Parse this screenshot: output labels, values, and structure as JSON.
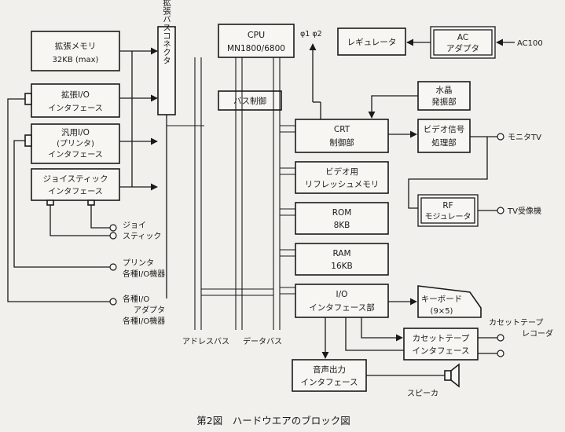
{
  "blocks": {
    "ext_memory": [
      "拡張メモリ",
      "32KB (max)"
    ],
    "ext_io": [
      "拡張I/O",
      "インタフェース"
    ],
    "gen_io": [
      "汎用I/O",
      "(プリンタ)",
      "インタフェース"
    ],
    "joystick_if": [
      "ジョイスティック",
      "インタフェース"
    ],
    "ext_bus_connector": "拡張バスコネクタ",
    "cpu": [
      "CPU",
      "MN1800/6800"
    ],
    "bus_control": "バス制御",
    "regulator": "レギュレータ",
    "ac_adapter": [
      "AC",
      "アダプタ"
    ],
    "crystal": [
      "水晶",
      "発振部"
    ],
    "crt": [
      "CRT",
      "制御部"
    ],
    "video_signal": [
      "ビデオ信号",
      "処理部"
    ],
    "video_ram": [
      "ビデオ用",
      "リフレッシュメモリ"
    ],
    "rom": [
      "ROM",
      "8KB"
    ],
    "ram": [
      "RAM",
      "16KB"
    ],
    "rf": [
      "RF",
      "モジュレータ"
    ],
    "io_if": [
      "I/O",
      "インタフェース部"
    ],
    "keyboard": [
      "キーボード",
      "(9×5)"
    ],
    "cassette_if": [
      "カセットテープ",
      "インタフェース"
    ],
    "audio": [
      "音声出力",
      "インタフェース"
    ]
  },
  "labels": {
    "ac100": "AC100",
    "phi": "φ1 φ2",
    "monitor_tv": "モニタTV",
    "tv_receiver": "TV受像機",
    "cassette_recorder": [
      "カセットテープ",
      "レコーダ"
    ],
    "speaker": "スピーカ",
    "joystick": [
      "ジョイ",
      "スティック"
    ],
    "printer_io": [
      "プリンタ",
      "各種I/O機器"
    ],
    "various_io": [
      "各種I/O",
      "アダプタ",
      "各種I/O機器"
    ],
    "address_bus": "アドレスバス",
    "data_bus": "データバス"
  },
  "caption": "第2図　ハードウエアのブロック図"
}
